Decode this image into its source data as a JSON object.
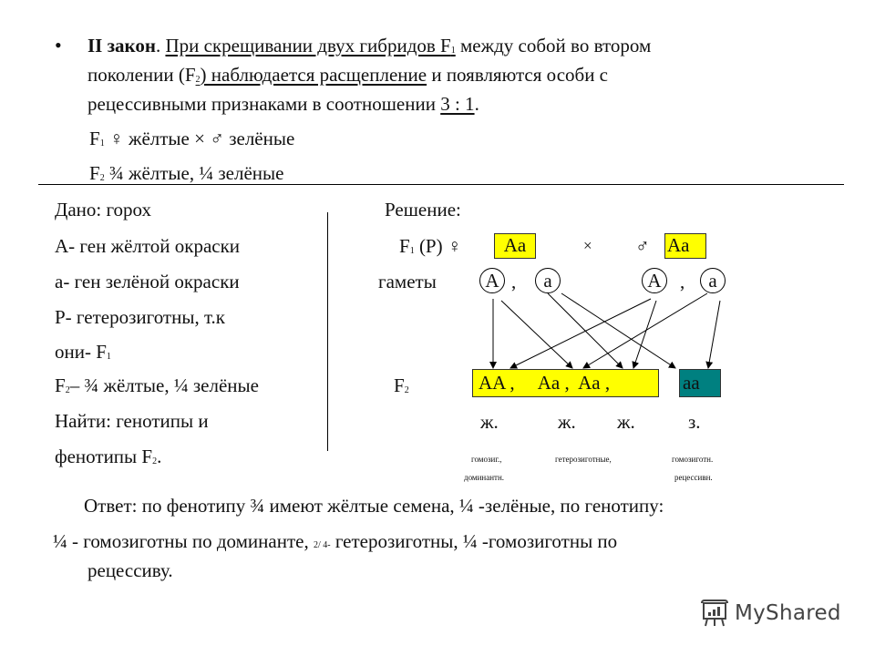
{
  "slide": {
    "law": {
      "bullet": "•",
      "title": "II закон",
      "period": ".",
      "line1_underlined": "При скрещивании двух гибридов F",
      "line1_sub": "1",
      "line1_rest": "  между собой  во втором",
      "line2_start": "поколении (F",
      "line2_sub": "2",
      "line2_underlined": ") наблюдается расщепление",
      "line2_rest": " и появляются особи с",
      "line3_start": "рецессивными  признаками в соотношении  ",
      "line3_ratio": "3 : 1",
      "line3_end": "."
    },
    "cross_summary": {
      "f1_label": "F",
      "f1_sub": "1",
      "f1_text": "  ♀ жёлтые × ♂ зелёные",
      "f2_label": "F",
      "f2_sub": "2",
      "f2_text": "  ¾ жёлтые,   ¼ зелёные"
    },
    "given": {
      "line1": "Дано:    горох",
      "line2": "А- ген жёлтой окраски",
      "line3": "а- ген зелёной окраски",
      "line4": "Р- гетерозиготны, т.к",
      "line5": "они- F",
      "line5_sub": "1",
      "line6_start": " F",
      "line6_sub": "2",
      "line6_rest": "– ¾ жёлтые, ¼ зелёные",
      "line7": "Найти: генотипы и",
      "line8": "фенотипы  F",
      "line8_sub": "2",
      "line8_end": "."
    },
    "solution": {
      "title": "Решение:",
      "parents_label": "F",
      "parents_sub": "1",
      "parents_p": " (P) ♀",
      "female_genotype": "Aa",
      "cross_sign": "×",
      "male_sign": "♂",
      "male_genotype": "Aa",
      "gametes_label": "гаметы",
      "gametes": [
        "A",
        "a",
        "A",
        "a"
      ],
      "comma": ",",
      "f2_label": "F",
      "f2_sub": "2",
      "offspring_yellow": "AA ,     Aa ,  Aa ,",
      "offspring_green": "aa",
      "phenotypes": [
        "ж.",
        "ж.",
        "ж.",
        "з."
      ],
      "notes": {
        "homo_dom_1": "гомозиг.,",
        "homo_dom_2": "доминантн.",
        "hetero": "гетерозиготные,",
        "homo_rec_1": "гомозиготн.",
        "homo_rec_2": "рецессивн."
      }
    },
    "answer": {
      "line1": "Ответ: по фенотипу ¾ имеют жёлтые семена, ¼ -зелёные, по генотипу:",
      "line2_start": "¼ - гомозиготны по доминанте, ",
      "line2_small": "2/ 4-",
      "line2_rest": " гетерозиготны, ¼ -гомозиготны по",
      "line3": "рецессиву."
    }
  },
  "colors": {
    "highlight_yellow": "#ffff00",
    "highlight_teal": "#008080"
  },
  "watermark": {
    "icon": "presentation-board-icon",
    "text": "MyShared"
  }
}
